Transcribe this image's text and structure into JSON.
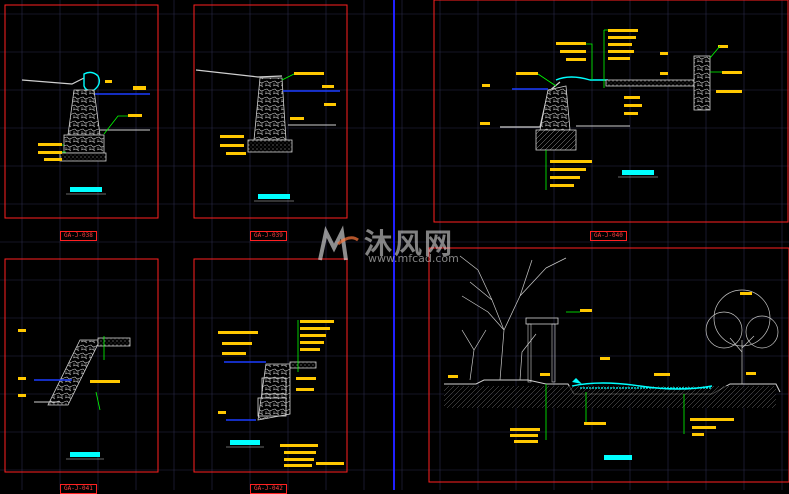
{
  "watermark": {
    "brand_cn": "沐风网",
    "url": "www.mfcad.com",
    "logo_icon": "mf-logo-icon"
  },
  "sheets": [
    {
      "id": "sheet-1",
      "label": "GA-J-038"
    },
    {
      "id": "sheet-2",
      "label": "GA-J-039"
    },
    {
      "id": "sheet-3",
      "label": "GA-J-040"
    },
    {
      "id": "sheet-4",
      "label": "GA-J-041"
    },
    {
      "id": "sheet-5",
      "label": "GA-J-042"
    }
  ],
  "colors": {
    "background": "#000000",
    "frame": "#ff2020",
    "grid": "#2a2a48",
    "divider": "#2020ff",
    "annotation": "#ffc800",
    "leader": "#00ff00",
    "water": "#1a3cff",
    "title_bar": "#00ffff",
    "linework": "#d0d0d0"
  }
}
